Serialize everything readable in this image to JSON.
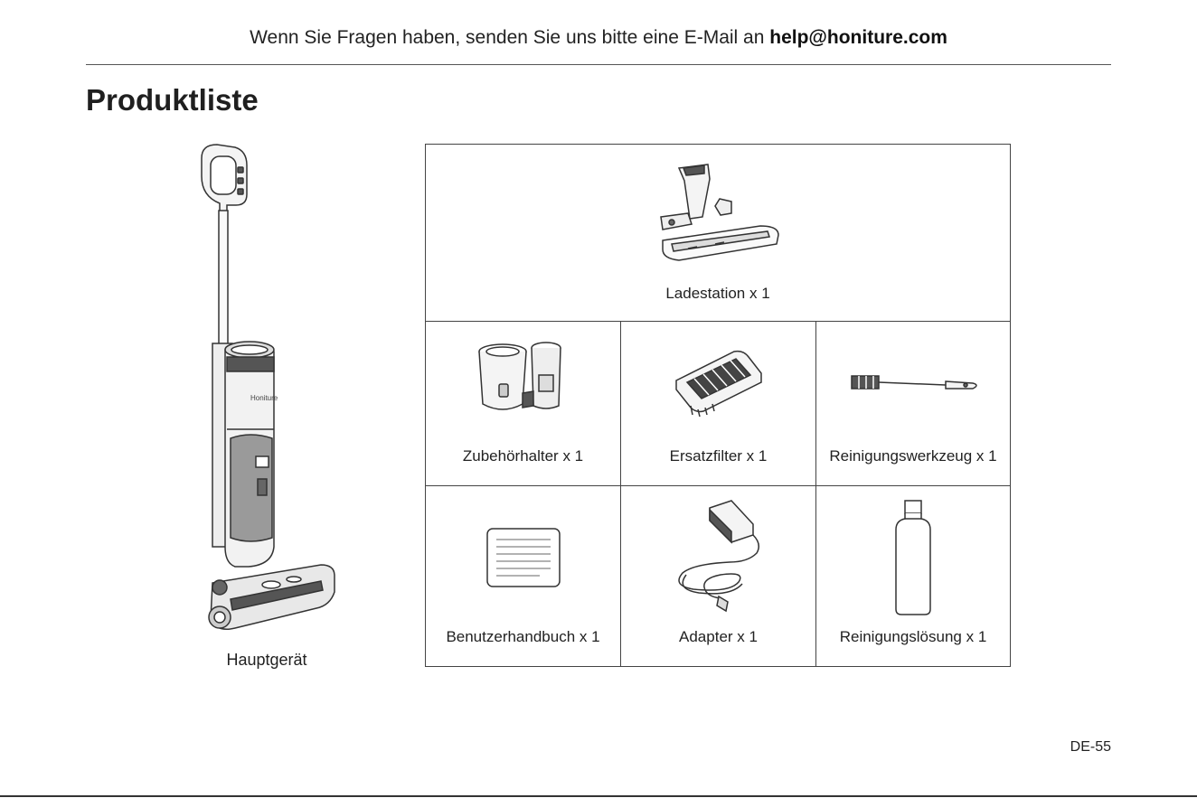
{
  "header": {
    "text": "Wenn Sie Fragen haben, senden Sie uns bitte eine E-Mail an ",
    "email": "help@honiture.com"
  },
  "page_title": "Produktliste",
  "main_device": {
    "caption": "Hauptgerät",
    "brand_mark": "Honiture"
  },
  "items": {
    "ladestation": "Ladestation x 1",
    "zubehoerhalter": "Zubehörhalter x 1",
    "ersatzfilter": "Ersatzfilter x 1",
    "reinigungswerkzeug": "Reinigungswerkzeug x 1",
    "benutzerhandbuch": "Benutzerhandbuch x 1",
    "adapter": "Adapter x 1",
    "reinigungsloesung": "Reinigungslösung x 1"
  },
  "page_number": "DE-55"
}
